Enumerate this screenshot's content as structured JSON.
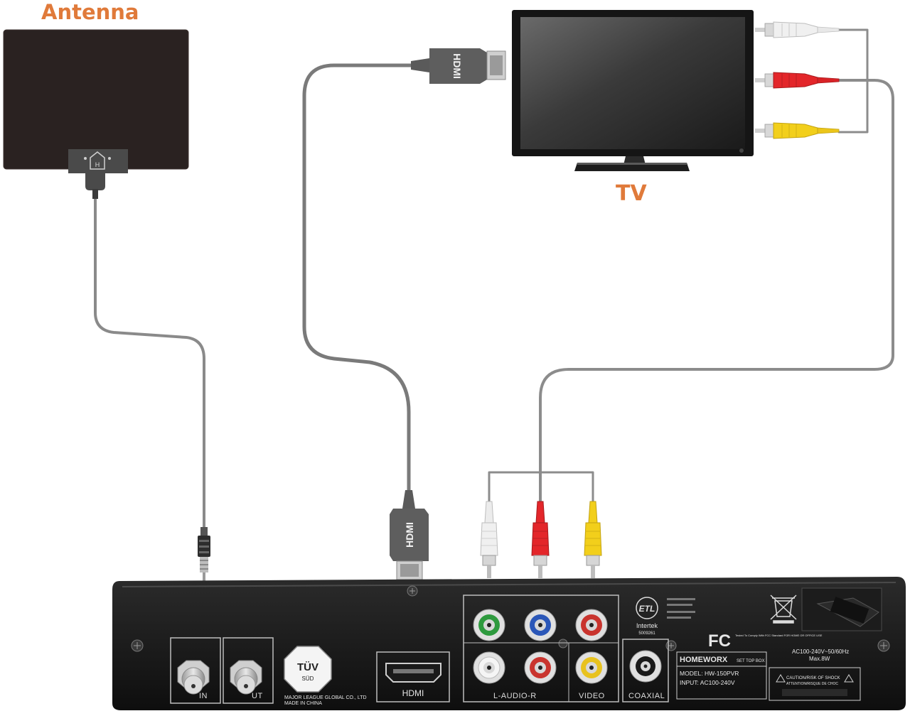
{
  "labels": {
    "antenna": "Antenna",
    "tv": "TV"
  },
  "connectors": {
    "hdmi_plug_text": "HDMI"
  },
  "box": {
    "port_in": "IN",
    "port_out": "UT",
    "hdmi": "HDMI",
    "audio": "L-AUDIO-R",
    "video": "VIDEO",
    "coaxial": "COAXIAL",
    "brand": "HOMEWORX",
    "brand_sub": "SET TOP BOX",
    "model": "MODEL:  HW-150PVR",
    "input": "INPUT: AC100-240V",
    "power_rating": "AC100-240V~50/60Hz",
    "max_power": "Max.8W",
    "tuv": "TÜV",
    "tuv_sub": "SÜD",
    "manufacturer": "MAJOR LEAGUE GLOBAL CO., LTD",
    "made_in": "MADE IN CHINA",
    "intertek": "Intertek",
    "intertek_num": "5009261",
    "fcc": "FC",
    "fcc_note": "Tested To Comply With FCC Standard FOR HOME OR OFFICE USE",
    "caution": "CAUTION/RISK OF SHOCK",
    "caution2": "ATTENTION/RISQUE DE CHOC"
  },
  "colors": {
    "label_orange": "#e07a3a",
    "cable_gray": "#8a8a8a",
    "rca_white": "#f2f2f2",
    "rca_red": "#e3262a",
    "rca_yellow": "#f2cf1b",
    "jack_green": "#2e9a3e",
    "jack_blue": "#2b57b8",
    "jack_red": "#c9342e",
    "jack_yellow": "#e8c21f"
  },
  "icons": [
    "antenna-icon",
    "tv-icon",
    "hdmi-plug-icon",
    "rca-plug-icon",
    "coax-plug-icon",
    "set-top-box-icon",
    "weee-bin-icon",
    "etl-mark-icon",
    "tuv-mark-icon",
    "fcc-mark-icon"
  ]
}
